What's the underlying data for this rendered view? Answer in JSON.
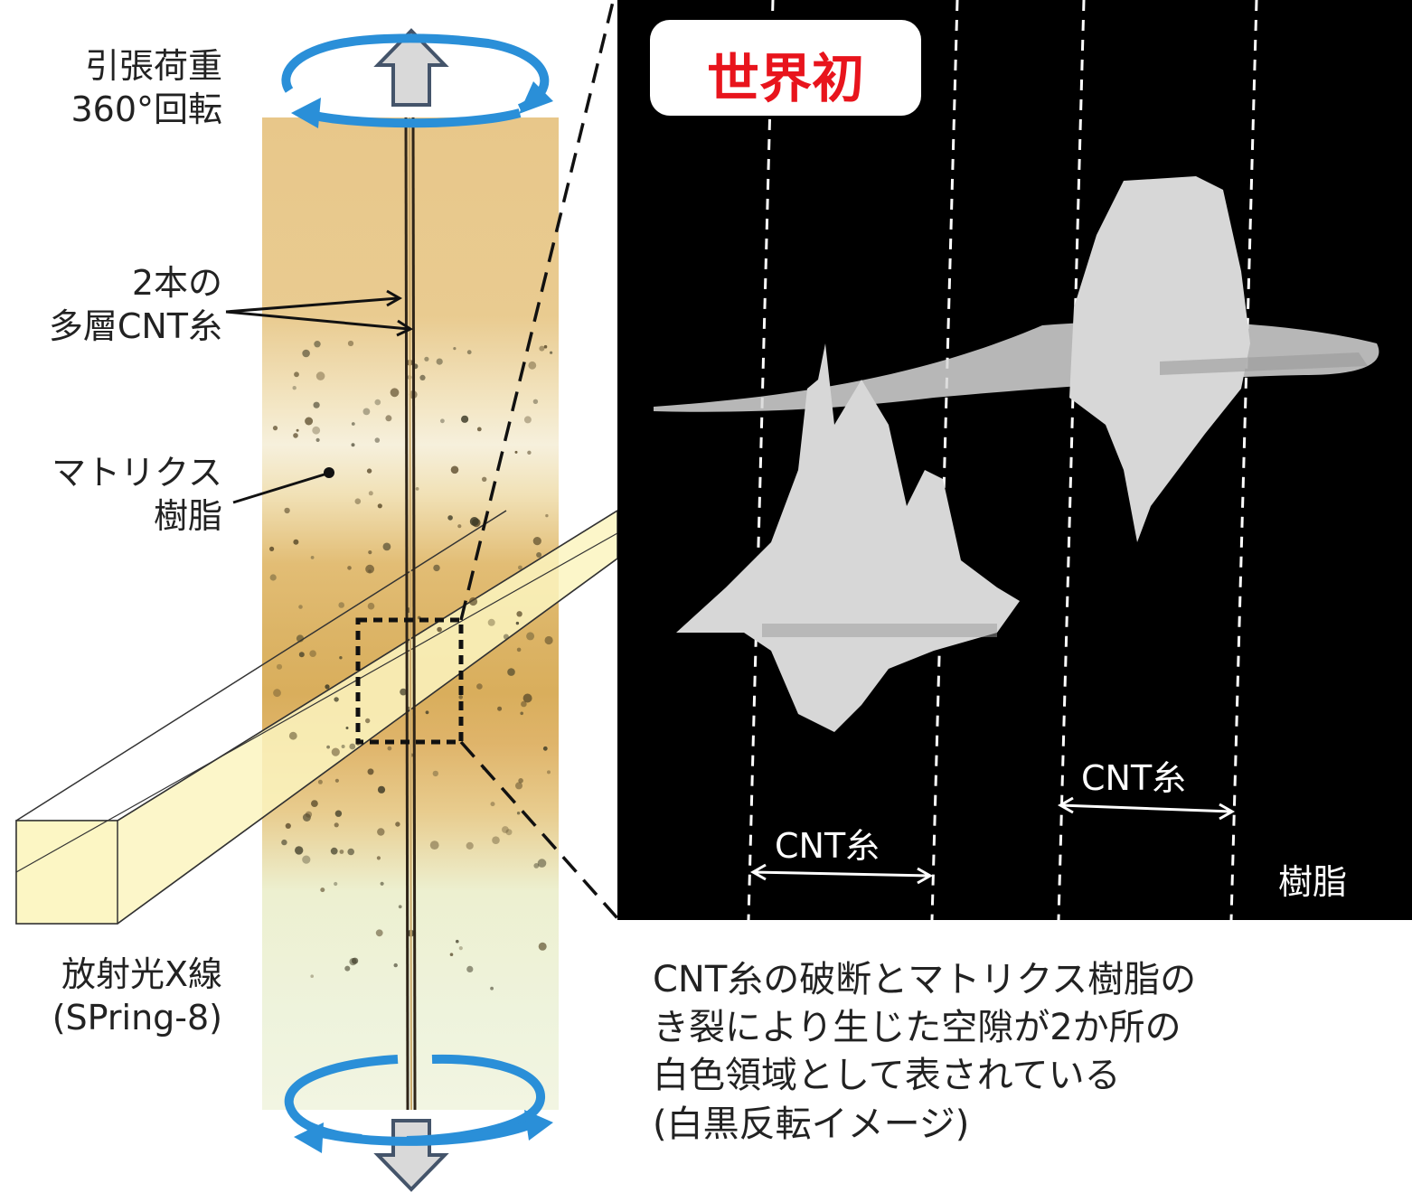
{
  "left_labels": {
    "load_line1": "引張荷重",
    "load_line2": "360°回転",
    "yarn_line1": "2本の",
    "yarn_line2": "多層CNT糸",
    "matrix_line1": "マトリクス",
    "matrix_line2": "樹脂",
    "xray_line1": "放射光X線",
    "xray_line2": "(SPring-8)"
  },
  "panel": {
    "badge": "世界初",
    "yarn_label_left": "CNT糸",
    "yarn_label_right": "CNT糸",
    "resin_label": "樹脂"
  },
  "caption": {
    "line1": "CNT糸の破断とマトリクス樹脂の",
    "line2": "き裂により生じた空隙が2か所の",
    "line3": "白色領域として表されている",
    "line4": "(白黒反転イメージ)"
  },
  "colors": {
    "rotation_arrow": "#2a8fd8",
    "badge_text": "#e8141c",
    "xray_beam": "#fbf5c0",
    "panel_background": "#000000",
    "load_arrow": "#d9d9d9"
  },
  "icons": [
    "rotation-arrow-icon",
    "load-arrow-icon"
  ]
}
